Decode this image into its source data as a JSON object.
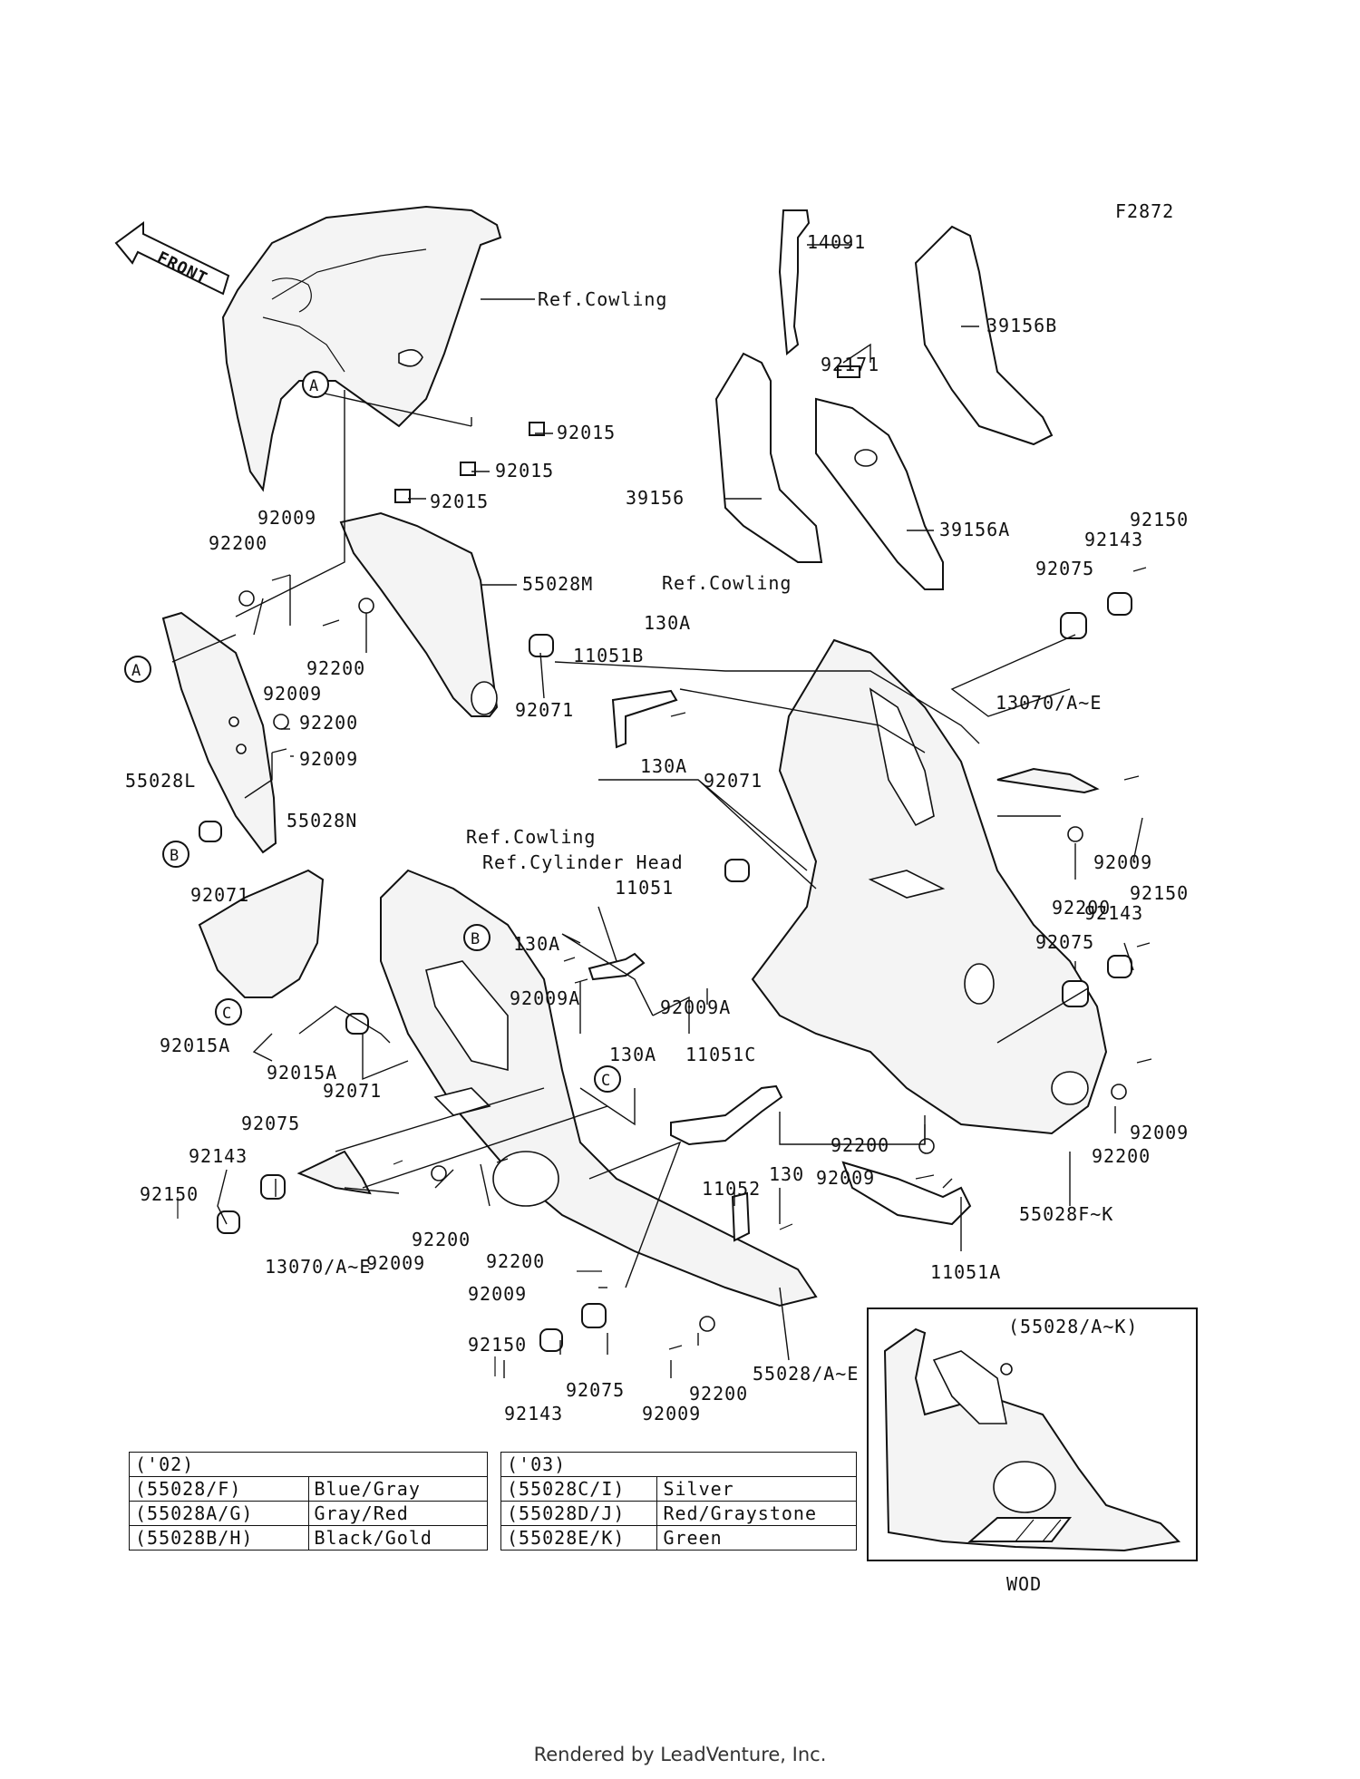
{
  "figure_code": "F2872",
  "front_label": "FRONT",
  "footer": "Rendered by LeadVenture, Inc.",
  "inset_label": "(55028/A~K)",
  "inset_caption": "WOD",
  "callouts": [
    "A",
    "A",
    "B",
    "B",
    "C",
    "C"
  ],
  "labels": {
    "ref_cowling_1": "Ref.Cowling",
    "ref_cowling_2": "Ref.Cowling",
    "ref_cowling_3": "Ref.Cowling",
    "ref_cylinder_head": "Ref.Cylinder Head",
    "p14091": "14091",
    "p92171": "92171",
    "p39156b": "39156B",
    "p39156": "39156",
    "p39156a": "39156A",
    "p92015_1": "92015",
    "p92015_2": "92015",
    "p92015_3": "92015",
    "p92009_tl": "92009",
    "p92200_tl": "92200",
    "p55028m": "55028M",
    "p92009_a": "92009",
    "p92200_a": "92200",
    "p92200_b": "92200",
    "p92009_b": "92009",
    "p92071_a": "92071",
    "p55028l": "55028L",
    "p55028n": "55028N",
    "p92071_b": "92071",
    "p130a_1": "130A",
    "p11051b": "11051B",
    "p130a_2": "130A",
    "p92071_c": "92071",
    "p92075_r1": "92075",
    "p92143_r1": "92143",
    "p92150_r1": "92150",
    "p13070_r": "13070/A~E",
    "p92009_r1": "92009",
    "p92200_r1": "92200",
    "p92143_r2": "92143",
    "p92150_r2": "92150",
    "p92075_r2": "92075",
    "p11051": "11051",
    "p130a_3": "130A",
    "p92009a_1": "92009A",
    "p92009a_2": "92009A",
    "p130a_4": "130A",
    "p92015a_1": "92015A",
    "p92015a_2": "92015A",
    "p92071_d": "92071",
    "p92075_l": "92075",
    "p92143_l": "92143",
    "p92150_l": "92150",
    "p13070_l": "13070/A~E",
    "p92009_l": "92009",
    "p92200_l": "92200",
    "p11051c": "11051C",
    "p92200_m": "92200",
    "p92009_m": "92009",
    "p92009_r2": "92009",
    "p92200_r2": "92200",
    "p11052": "11052",
    "p130": "130",
    "p11051a": "11051A",
    "p55028fk": "55028F~K",
    "p92200_bot": "92200",
    "p92009_bot": "92009",
    "p92150_bot": "92150",
    "p92143_bot": "92143",
    "p92075_bot": "92075",
    "p92009_bot2": "92009",
    "p92200_bot2": "92200",
    "p55028ae": "55028/A~E"
  },
  "color_table_02": {
    "header": "('02)",
    "rows": [
      {
        "code": "(55028/F)",
        "color": "Blue/Gray"
      },
      {
        "code": "(55028A/G)",
        "color": "Gray/Red"
      },
      {
        "code": "(55028B/H)",
        "color": "Black/Gold"
      }
    ]
  },
  "color_table_03": {
    "header": "('03)",
    "rows": [
      {
        "code": "(55028C/I)",
        "color": "Silver"
      },
      {
        "code": "(55028D/J)",
        "color": "Red/Graystone"
      },
      {
        "code": "(55028E/K)",
        "color": "Green"
      }
    ]
  }
}
